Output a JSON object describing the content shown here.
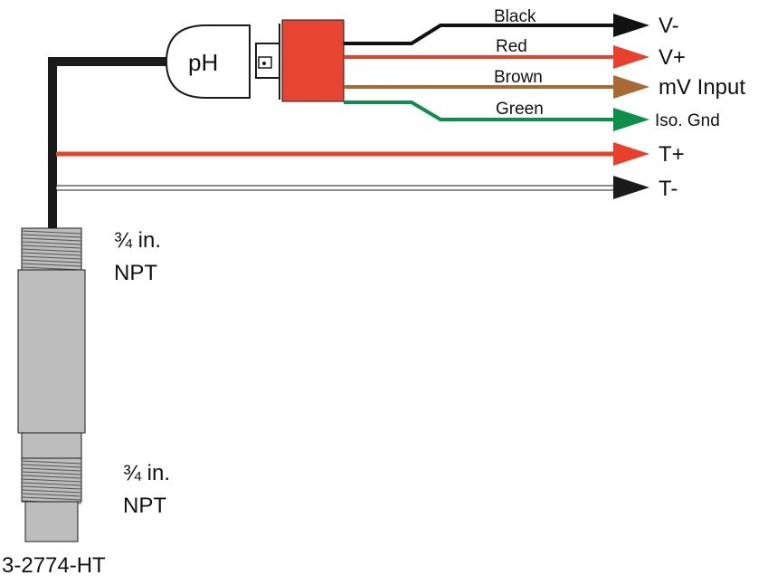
{
  "sensor": {
    "ph_label": "pH",
    "part_number": "3-2774-HT",
    "thread_upper": {
      "size": "¾ in.",
      "type": "NPT"
    },
    "thread_lower": {
      "size": "¾ in.",
      "type": "NPT"
    }
  },
  "wires": [
    {
      "id": "black",
      "color_name": "Black",
      "color": "#111111",
      "terminal": "V-"
    },
    {
      "id": "red",
      "color_name": "Red",
      "color": "#e8402a",
      "terminal": "V+"
    },
    {
      "id": "brown",
      "color_name": "Brown",
      "color": "#a86a35",
      "terminal": "mV Input"
    },
    {
      "id": "green",
      "color_name": "Green",
      "color": "#0d8f4a",
      "terminal": "Iso. Gnd"
    },
    {
      "id": "temp-red",
      "color_name": "",
      "color": "#e8402a",
      "terminal": "T+"
    },
    {
      "id": "temp-white",
      "color_name": "",
      "color": "#ffffff",
      "terminal": "T-"
    }
  ],
  "colors": {
    "connector": "#e84432",
    "body_gray": "#bdbdbd",
    "cable": "#1a1a1a"
  }
}
